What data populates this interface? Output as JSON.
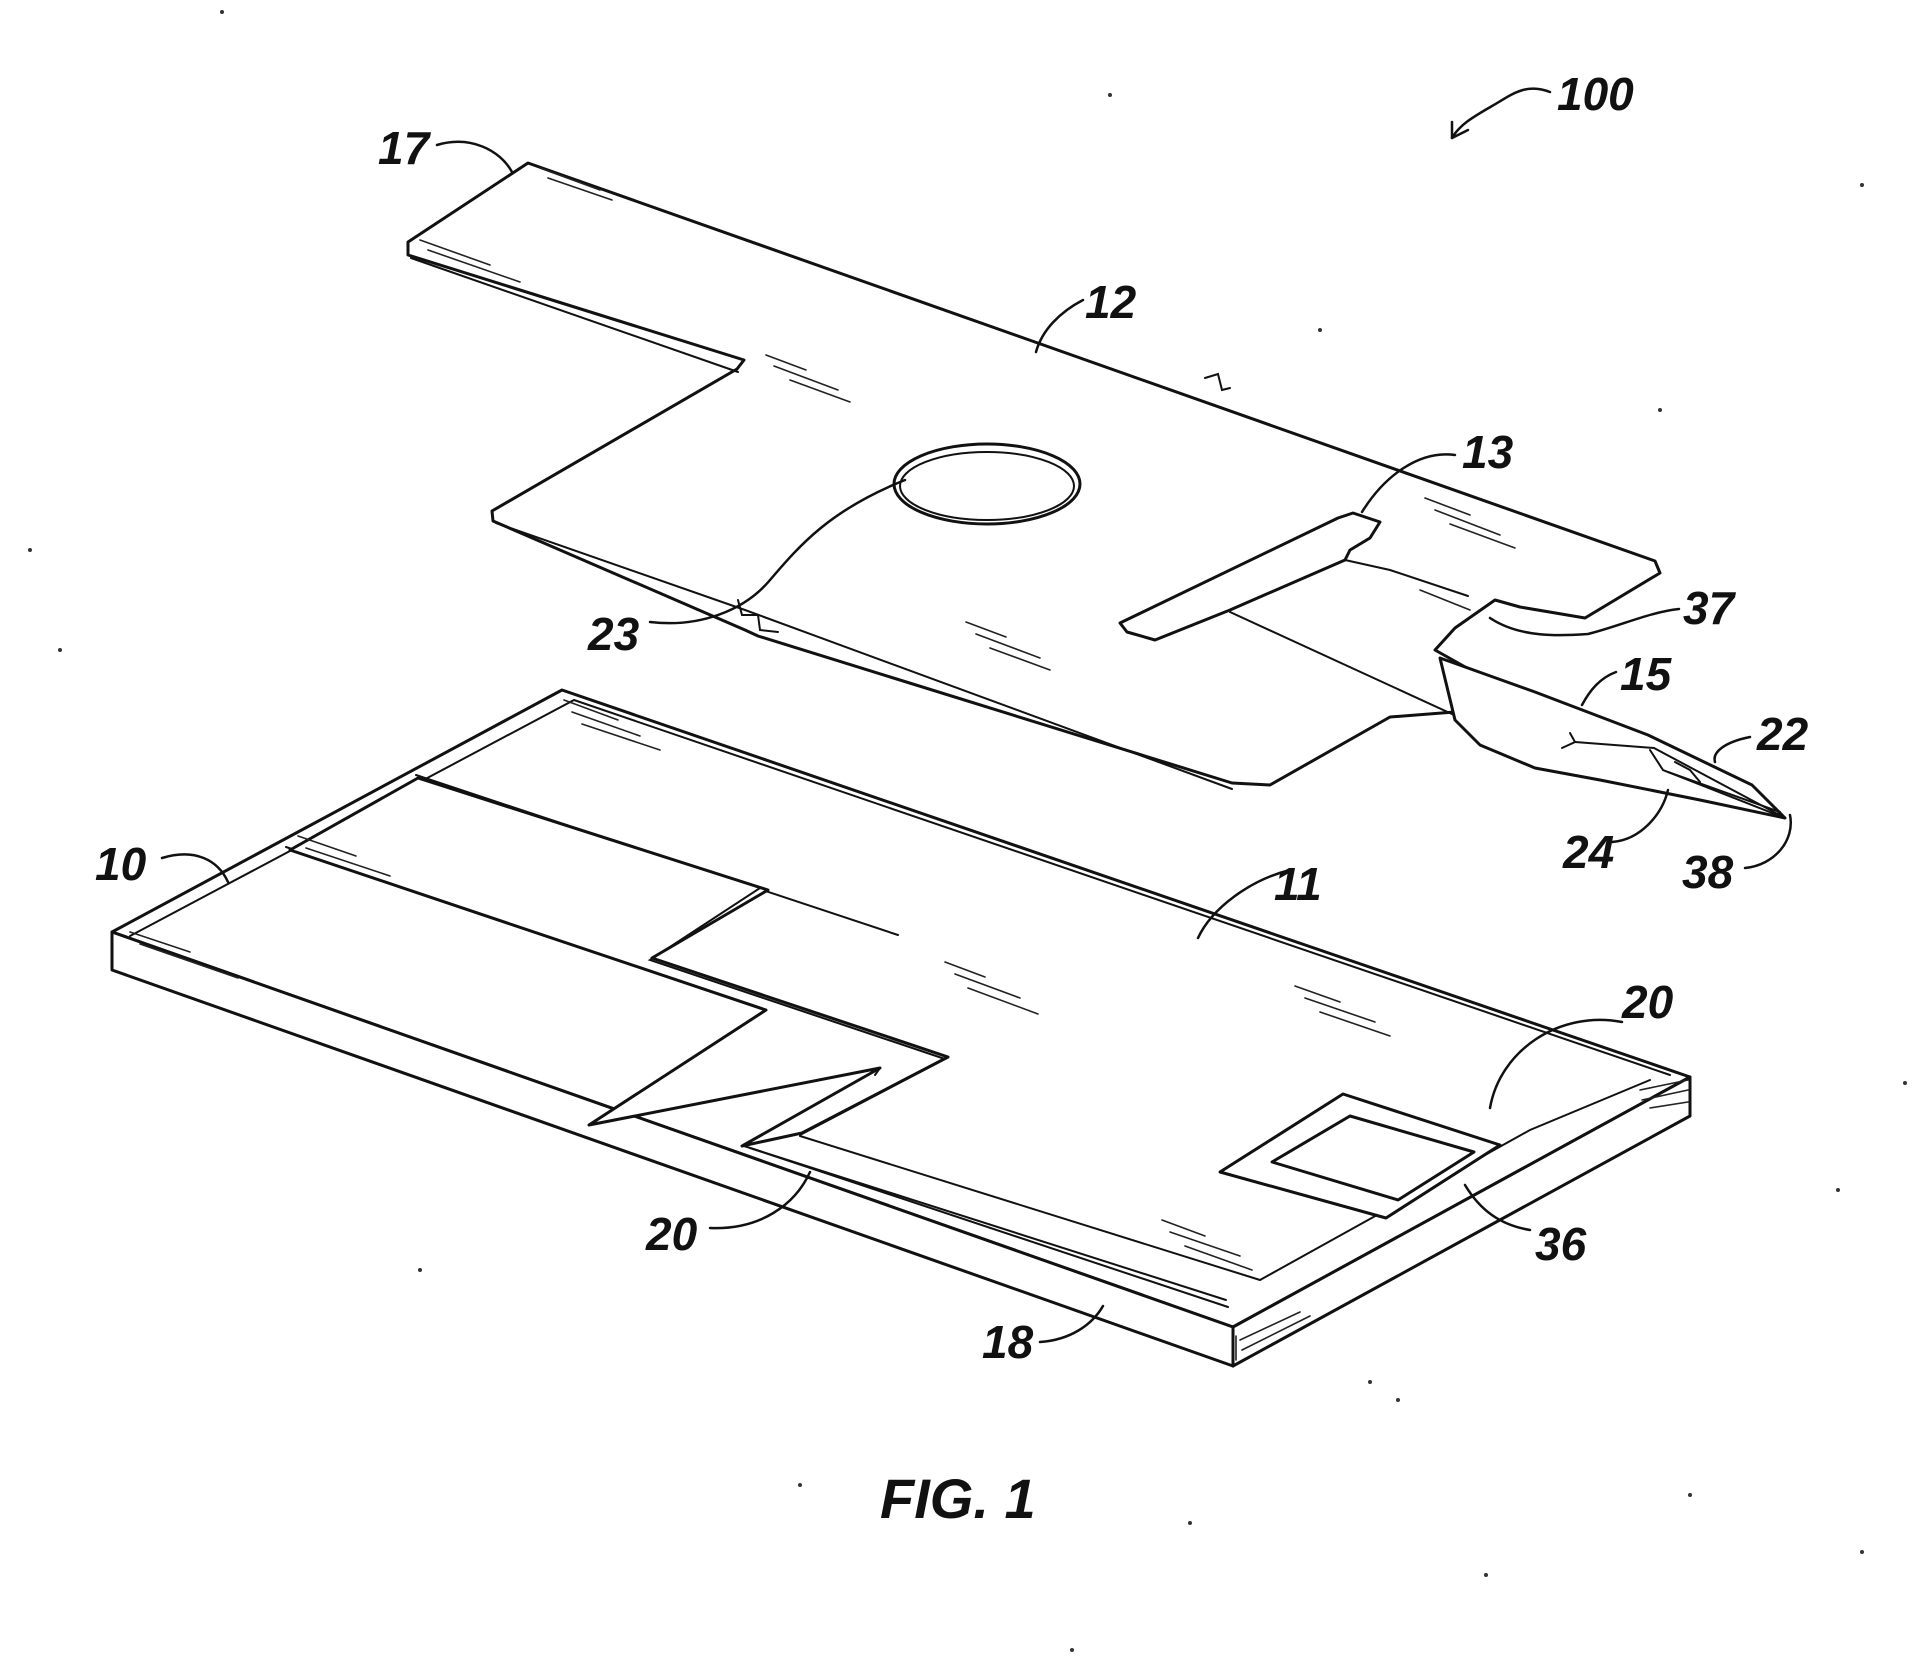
{
  "figure": {
    "caption": "FIG. 1",
    "labels": {
      "l100": "100",
      "l17": "17",
      "l12": "12",
      "l13": "13",
      "l23": "23",
      "l37": "37",
      "l15": "15",
      "l22": "22",
      "l24": "24",
      "l38": "38",
      "l10": "10",
      "l11": "11",
      "l20a": "20",
      "l20b": "20",
      "l36": "36",
      "l18": "18"
    }
  }
}
